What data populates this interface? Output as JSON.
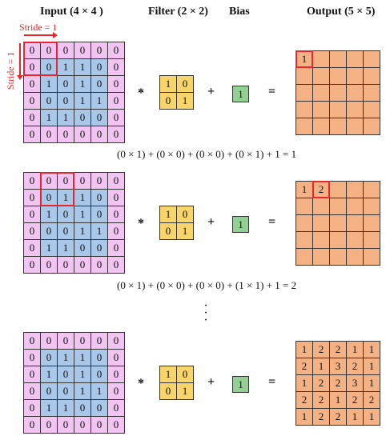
{
  "headers": {
    "input": "Input (4 × 4 )",
    "filter": "Filter (2 × 2)",
    "bias": "Bias",
    "output": "Output (5 × 5)"
  },
  "stride_labels": {
    "horizontal": "Stride = 1",
    "vertical": "Stride = 1"
  },
  "operators": {
    "conv": "*",
    "plus": "+",
    "equals": "="
  },
  "input_matrix": [
    [
      "0",
      "0",
      "0",
      "0",
      "0",
      "0"
    ],
    [
      "0",
      "0",
      "1",
      "1",
      "0",
      "0"
    ],
    [
      "0",
      "1",
      "0",
      "1",
      "0",
      "0"
    ],
    [
      "0",
      "0",
      "0",
      "1",
      "1",
      "0"
    ],
    [
      "0",
      "1",
      "1",
      "0",
      "0",
      "0"
    ],
    [
      "0",
      "0",
      "0",
      "0",
      "0",
      "0"
    ]
  ],
  "filter_matrix": [
    [
      "1",
      "0"
    ],
    [
      "0",
      "1"
    ]
  ],
  "bias_value": "1",
  "equations": [
    "(0 × 1) + (0 × 0) + (0 × 0) + (0 × 1) + 1 = 1",
    "(0 × 1) + (0 × 0) + (0 × 0) + (1 × 1) + 1 = 2"
  ],
  "ellipsis": [
    "·",
    "·",
    "·"
  ],
  "output_steps": [
    [
      [
        "1",
        "",
        "",
        "",
        ""
      ],
      [
        "",
        "",
        "",
        "",
        ""
      ],
      [
        "",
        "",
        "",
        "",
        ""
      ],
      [
        "",
        "",
        "",
        "",
        ""
      ],
      [
        "",
        "",
        "",
        "",
        ""
      ]
    ],
    [
      [
        "1",
        "2",
        "",
        "",
        ""
      ],
      [
        "",
        "",
        "",
        "",
        ""
      ],
      [
        "",
        "",
        "",
        "",
        ""
      ],
      [
        "",
        "",
        "",
        "",
        ""
      ],
      [
        "",
        "",
        "",
        "",
        ""
      ]
    ],
    [
      [
        "1",
        "2",
        "2",
        "1",
        "1"
      ],
      [
        "2",
        "1",
        "3",
        "2",
        "1"
      ],
      [
        "1",
        "2",
        "2",
        "3",
        "1"
      ],
      [
        "2",
        "2",
        "1",
        "2",
        "2"
      ],
      [
        "1",
        "2",
        "2",
        "1",
        "1"
      ]
    ]
  ],
  "colors": {
    "padding": "#f2c4f2",
    "input": "#a9c7e9",
    "filter": "#f7d56a",
    "output": "#f4b183",
    "bias": "#93d193",
    "highlight": "#e8262d"
  }
}
